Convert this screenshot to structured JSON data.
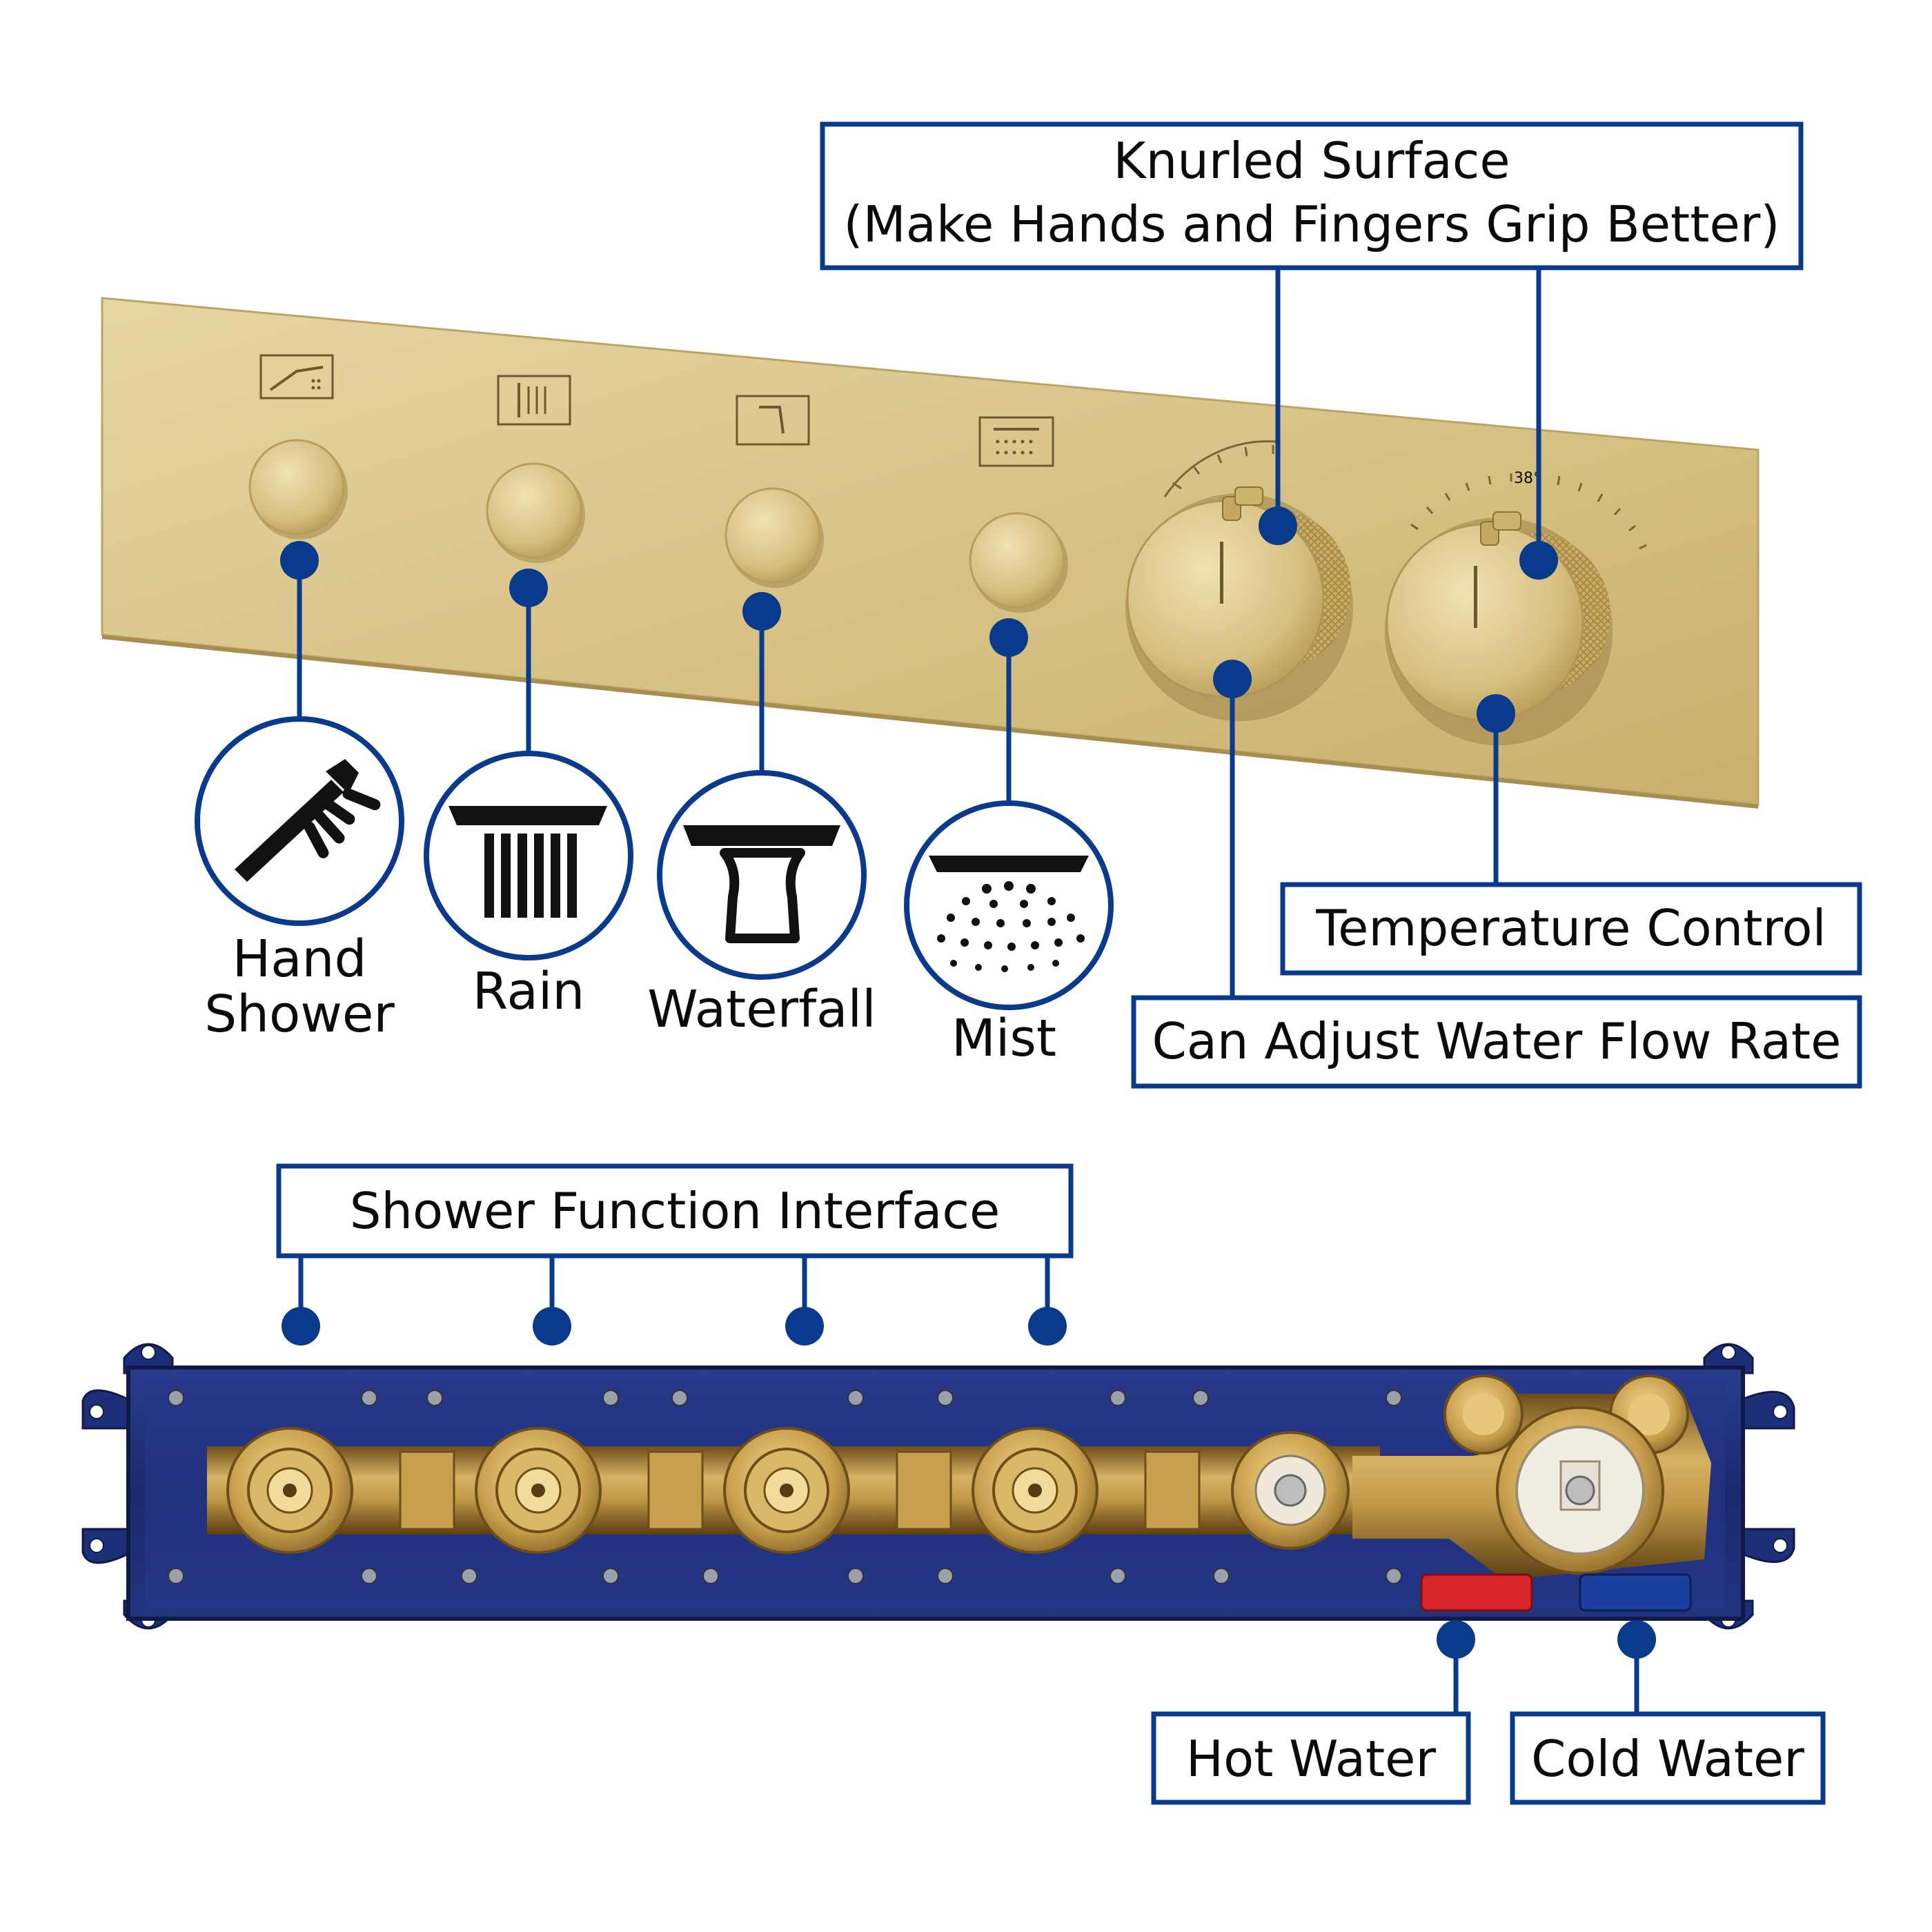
{
  "colors": {
    "accent_blue": "#0a3a8c",
    "brushed_gold": "#d9c58a",
    "housing_blue": "#1d2f78",
    "brass": "#c9a45a",
    "hot_red": "#d8242b",
    "cold_blue": "#1b3fa0"
  },
  "callouts": {
    "knurled_surface": {
      "line1": "Knurled Surface",
      "line2": "(Make Hands and Fingers Grip Better)"
    },
    "temperature_control": "Temperature Control",
    "flow_rate": "Can Adjust Water Flow Rate",
    "shower_function_interface": "Shower Function Interface",
    "hot_water": "Hot Water",
    "cold_water": "Cold Water"
  },
  "functions": [
    {
      "icon": "hand-shower-icon",
      "label_line1": "Hand",
      "label_line2": "Shower"
    },
    {
      "icon": "rain-shower-icon",
      "label_line1": "Rain",
      "label_line2": ""
    },
    {
      "icon": "waterfall-icon",
      "label_line1": "Waterfall",
      "label_line2": ""
    },
    {
      "icon": "mist-icon",
      "label_line1": "Mist",
      "label_line2": ""
    }
  ],
  "dial_marking": "38°"
}
